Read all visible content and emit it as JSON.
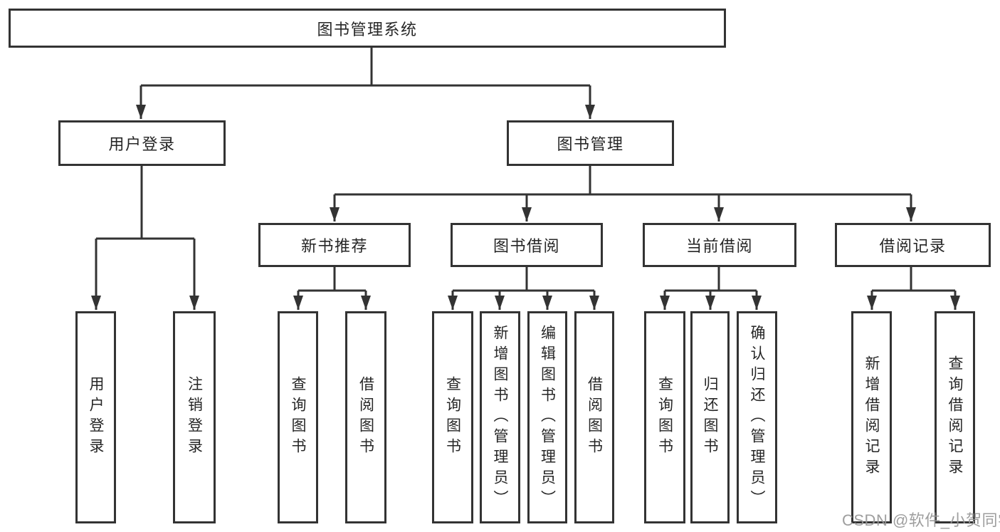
{
  "diagram": {
    "title": "图书管理系统",
    "branches": [
      {
        "label": "用户登录",
        "children": [
          {
            "label": "用户登录"
          },
          {
            "label": "注销登录"
          }
        ]
      },
      {
        "label": "图书管理",
        "children": [
          {
            "label": "新书推荐",
            "children": [
              {
                "label": "查询图书"
              },
              {
                "label": "借阅图书"
              }
            ]
          },
          {
            "label": "图书借阅",
            "children": [
              {
                "label": "查询图书"
              },
              {
                "label": "新增图书（管理员）"
              },
              {
                "label": "编辑图书（管理员）"
              },
              {
                "label": "借阅图书"
              }
            ]
          },
          {
            "label": "当前借阅",
            "children": [
              {
                "label": "查询图书"
              },
              {
                "label": "归还图书"
              },
              {
                "label": "确认归还（管理员）"
              }
            ]
          },
          {
            "label": "借阅记录",
            "children": [
              {
                "label": "新增借阅记录"
              },
              {
                "label": "查询借阅记录"
              }
            ]
          }
        ]
      }
    ]
  },
  "watermark": {
    "text": "CSDN @软件_小贺同学"
  },
  "colors": {
    "line": "#333333",
    "box_border": "#333333",
    "text": "#262626",
    "watermark": "#969696",
    "background": "#ffffff"
  }
}
